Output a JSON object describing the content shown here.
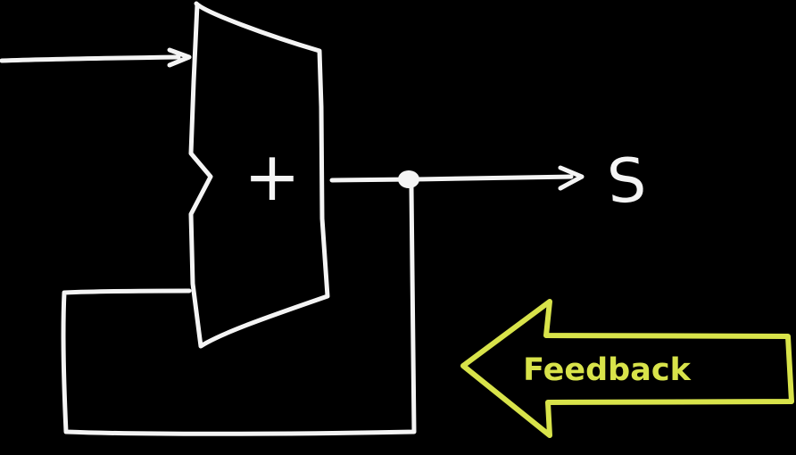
{
  "diagram": {
    "operator_symbol": "+",
    "output_label": "S",
    "callout": {
      "label": "Feedback",
      "arrow_direction": "left"
    }
  },
  "colors": {
    "background": "#000000",
    "chalk": "#f4f4f4",
    "callout_outline": "#d8e34a",
    "callout_text": "#d8e34a"
  }
}
